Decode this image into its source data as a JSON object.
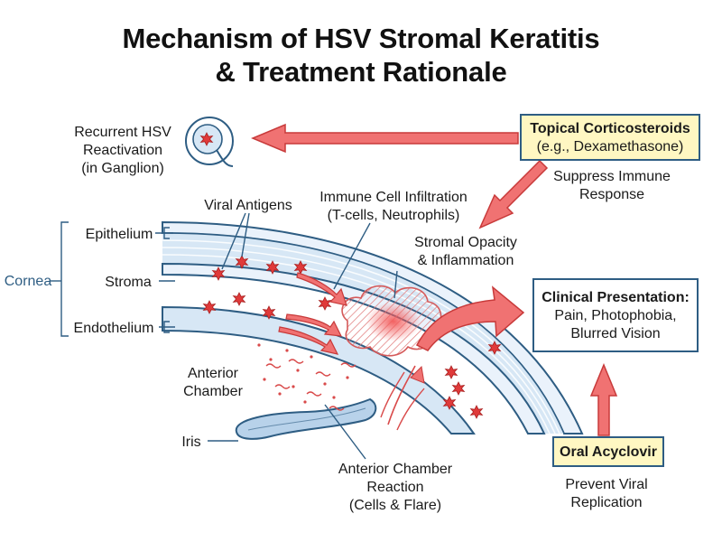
{
  "title": {
    "line1": "Mechanism of HSV Stromal Keratitis",
    "line2": "& Treatment Rationale"
  },
  "labels": {
    "recurrent_1": "Recurrent HSV",
    "recurrent_2": "Reactivation",
    "recurrent_3": "(in Ganglion)",
    "viral_antigens": "Viral Antigens",
    "immune_1": "Immune Cell Infiltration",
    "immune_2": "(T-cells, Neutrophils)",
    "stromal_1": "Stromal Opacity",
    "stromal_2": "& Inflammation",
    "suppress_1": "Suppress Immune",
    "suppress_2": "Response",
    "cornea": "Cornea",
    "epithelium": "Epithelium",
    "stroma": "Stroma",
    "endothelium": "Endothelium",
    "anterior_chamber_1": "Anterior",
    "anterior_chamber_2": "Chamber",
    "iris": "Iris",
    "reaction_1": "Anterior Chamber",
    "reaction_2": "Reaction",
    "reaction_3": "(Cells & Flare)",
    "prevent_1": "Prevent Viral",
    "prevent_2": "Replication"
  },
  "boxes": {
    "steroids_title": "Topical Corticosteroids",
    "steroids_example": "(e.g., Dexamethasone)",
    "clinical_title": "Clinical Presentation:",
    "clinical_line1": "Pain, Photophobia,",
    "clinical_line2": "Blurred Vision",
    "acyclovir": "Oral Acyclovir"
  },
  "colors": {
    "outline_blue": "#2e5d83",
    "cornea_fill": "#dbe9f6",
    "arrow_red": "#f07272",
    "arrow_stroke": "#c83a3a",
    "virus_red": "#e03a3a",
    "box_yellow": "#fff7c2"
  }
}
